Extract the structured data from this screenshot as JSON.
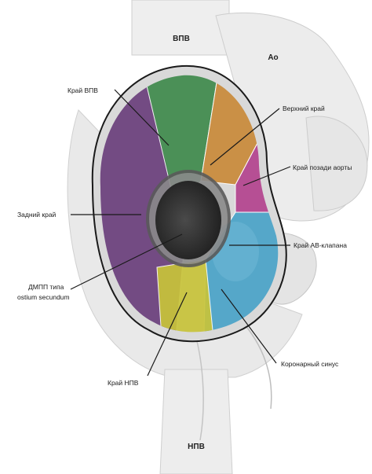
{
  "vessels": {
    "svc": "ВПВ",
    "aorta": "Ao",
    "ivc": "НПВ"
  },
  "labels": {
    "svc_rim": "Край ВПВ",
    "superior_rim": "Верхний край",
    "aortic_rim": "Край позади аорты",
    "posterior_rim": "Задний край",
    "av_valve_rim": "Край АВ-клапана",
    "asd_line1": "ДМПП типа",
    "asd_line2": "ostium secundum",
    "coronary_sinus": "Коронарный синус",
    "ivc_rim": "Край НПВ"
  },
  "colors": {
    "svc_rim": "#3f8a4c",
    "superior_rim": "#c98a3a",
    "aortic_rim": "#b4448f",
    "posterior_rim": "#6b3f7c",
    "av_valve_rim": "#4aa3c8",
    "ivc_rim": "#c8c43a",
    "defect": "#3a3a3a"
  }
}
